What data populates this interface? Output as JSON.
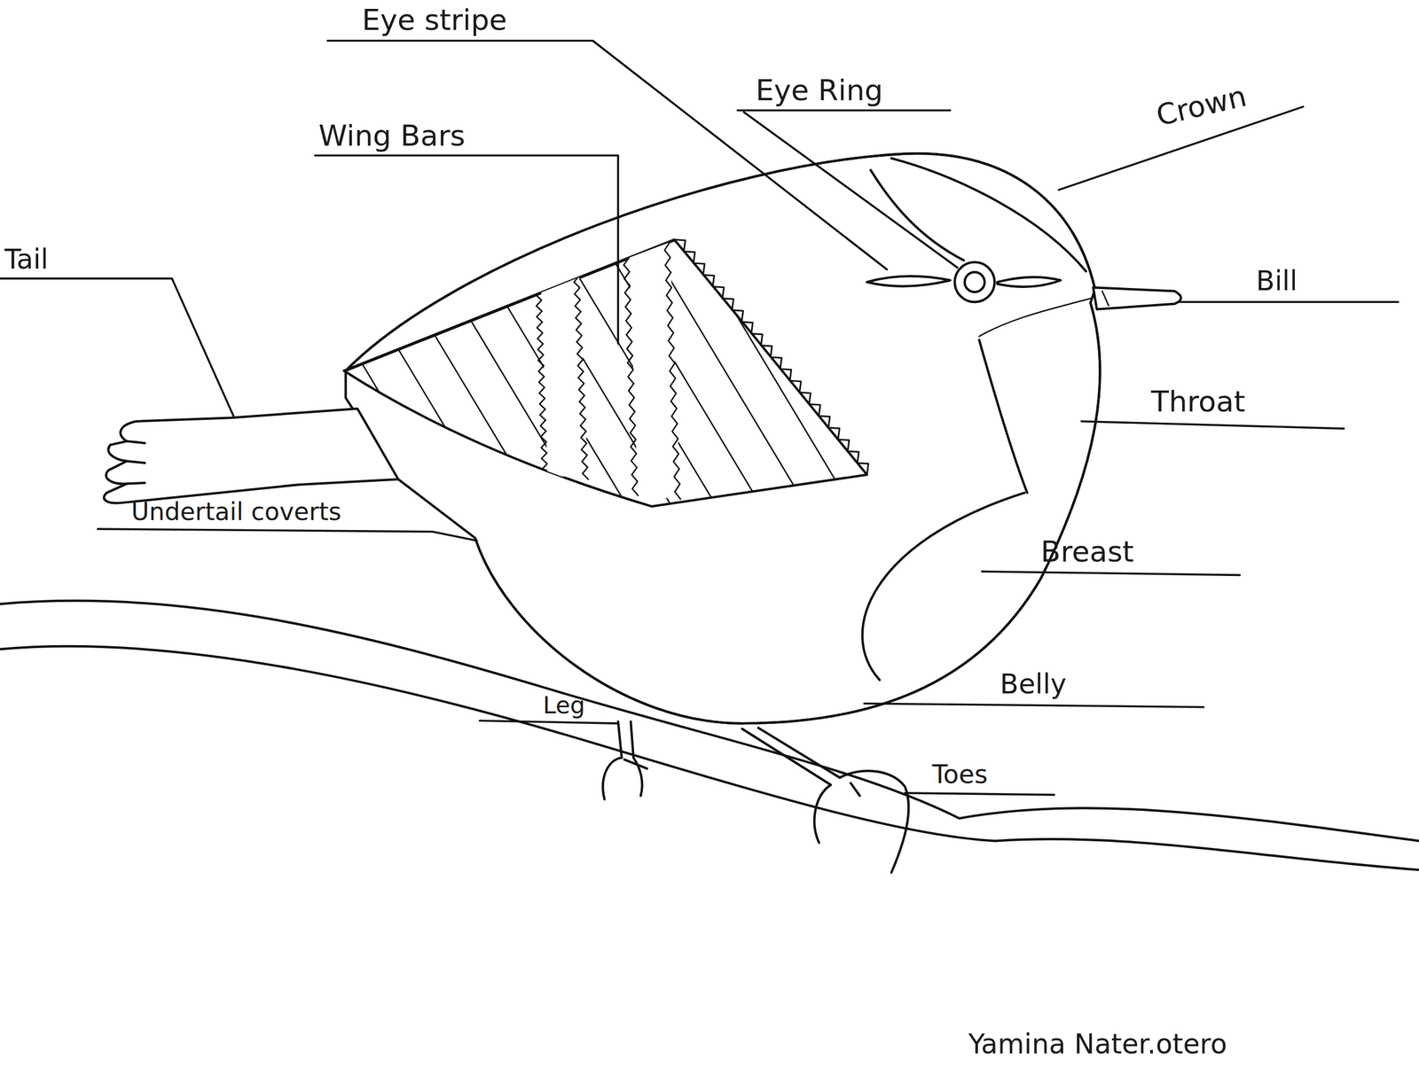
{
  "diagram": {
    "labels": [
      "Eye stripe",
      "Eye Ring",
      "Crown",
      "Wing Bars",
      "Tail",
      "Bill",
      "Throat",
      "Undertail coverts",
      "Breast",
      "Belly",
      "Leg",
      "Toes",
      "Yamina Nater.otero"
    ]
  }
}
